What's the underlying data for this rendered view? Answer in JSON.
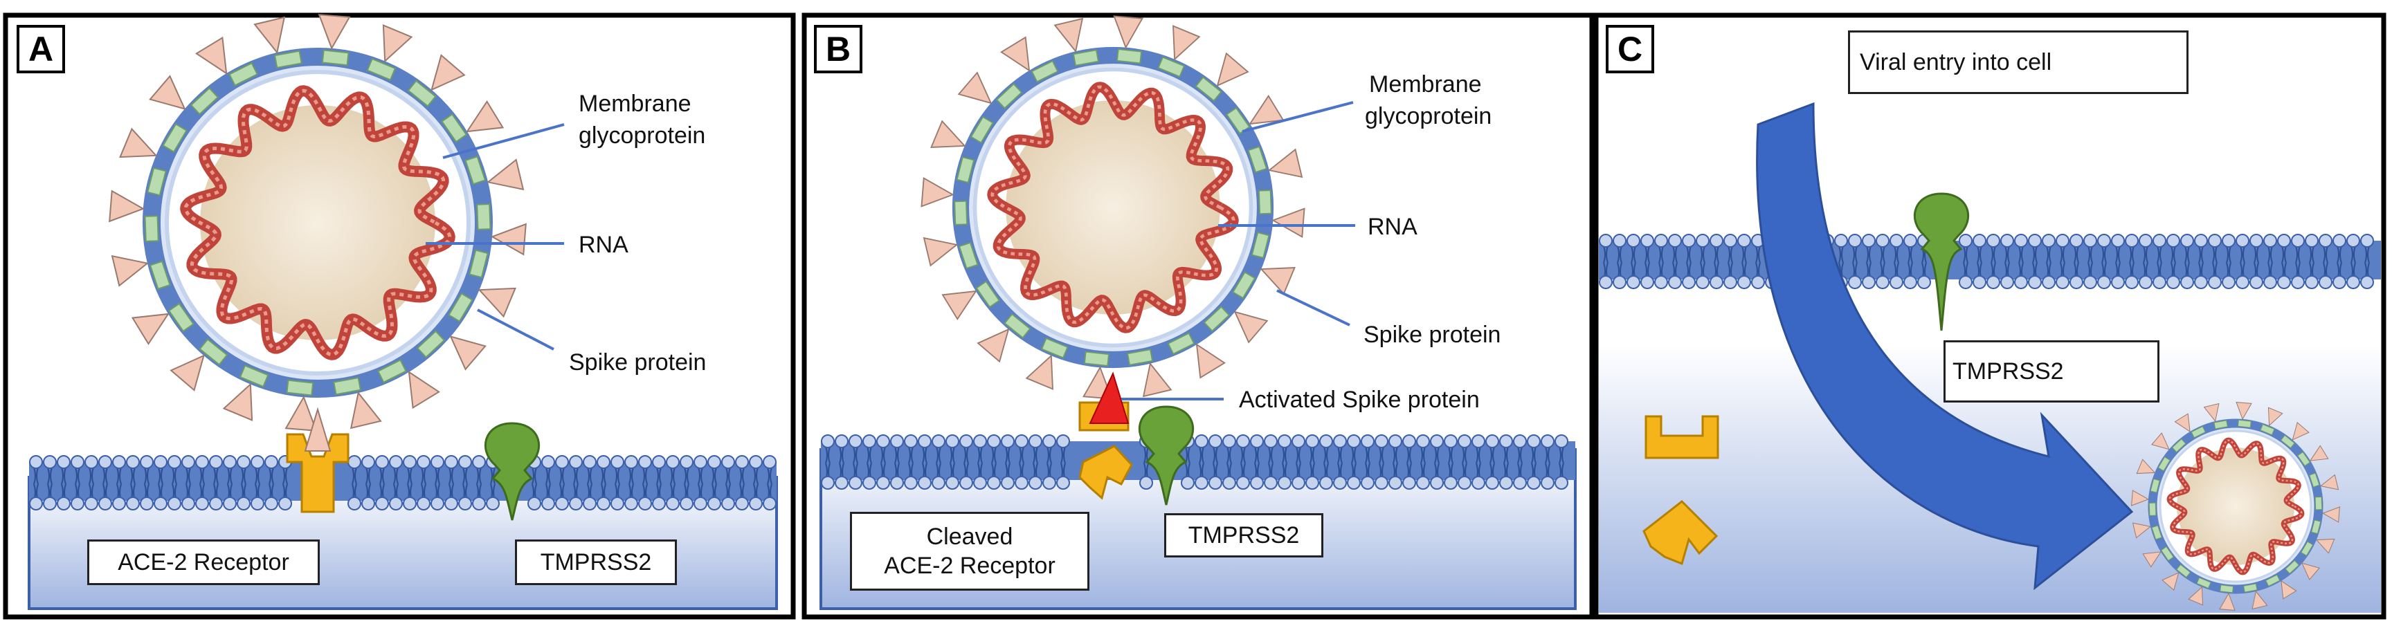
{
  "panels": [
    {
      "label": "A"
    },
    {
      "label": "B"
    },
    {
      "label": "C"
    }
  ],
  "panel_a": {
    "membrane_glycoprotein": [
      "Membrane",
      "glycoprotein"
    ],
    "rna": "RNA",
    "spike_protein": "Spike protein",
    "ace2_receptor": "ACE-2 Receptor",
    "tmprss2": "TMPRSS2"
  },
  "panel_b": {
    "membrane_glycoprotein": [
      "Membrane",
      "glycoprotein"
    ],
    "rna": "RNA",
    "spike_protein": "Spike protein",
    "activated_spike": "Activated Spike protein",
    "cleaved_ace2": [
      "Cleaved",
      "ACE-2 Receptor"
    ],
    "tmprss2": "TMPRSS2"
  },
  "panel_c": {
    "viral_entry": "Viral entry into cell",
    "tmprss2": "TMPRSS2"
  },
  "colors": {
    "membrane_blue": "#5b7fc4",
    "lipid_head": "#c5d3ee",
    "cell_gradient_top": "#ffffff",
    "cell_gradient_bottom": "#9fb4e0",
    "spike_pink": "#f2c7b5",
    "glycoprotein_green": "#b8dcb0",
    "rna_red": "#c0443a",
    "core_beige": "#efe3cf",
    "receptor_yellow": "#f5b419",
    "tmprss2_green": "#6aa23a",
    "activated_red": "#e82020",
    "arrow_blue": "#3a66c4",
    "leader_line_blue": "#4a74c9"
  }
}
